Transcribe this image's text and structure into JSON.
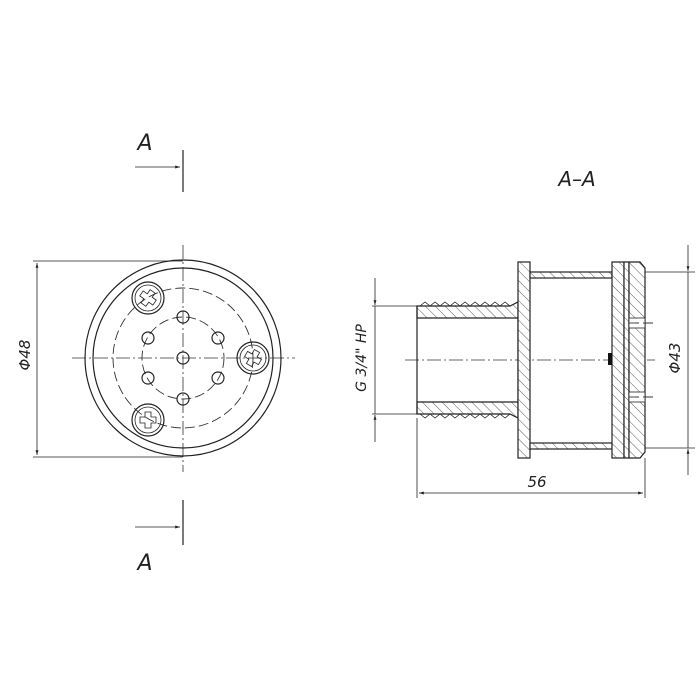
{
  "drawing": {
    "section_label_top": "A",
    "section_label_bottom": "A",
    "section_view_title": "A–A",
    "dimensions": {
      "front_diameter": "Φ48",
      "section_diameter": "Φ43",
      "length": "56",
      "thread": "G 3/4\" HP"
    },
    "line_color": "#222222"
  }
}
